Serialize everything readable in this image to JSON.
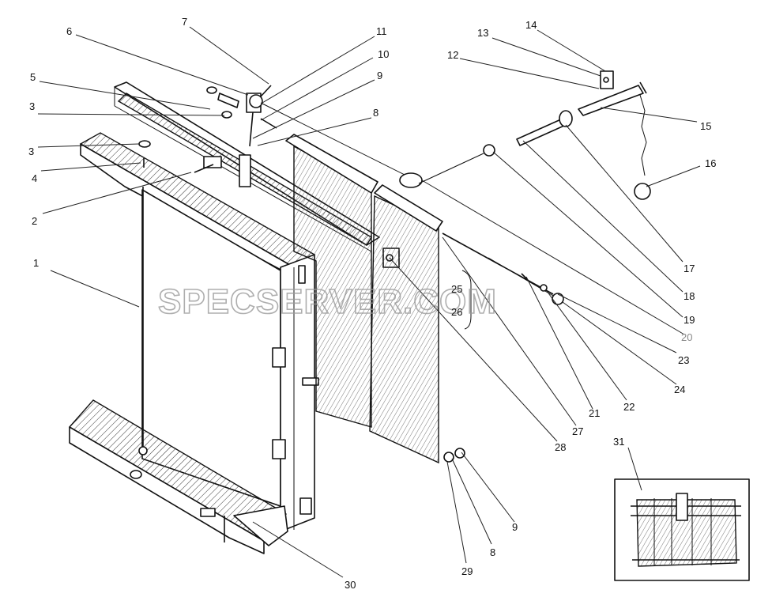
{
  "watermark": "SPECSERVER.COM",
  "labels": [
    "1",
    "2",
    "3",
    "3",
    "4",
    "5",
    "6",
    "7",
    "8",
    "9",
    "10",
    "11",
    "12",
    "13",
    "14",
    "15",
    "16",
    "17",
    "18",
    "19",
    "20",
    "21",
    "22",
    "23",
    "24",
    "25",
    "26",
    "27",
    "28",
    "8",
    "9",
    "29",
    "30",
    "31"
  ]
}
